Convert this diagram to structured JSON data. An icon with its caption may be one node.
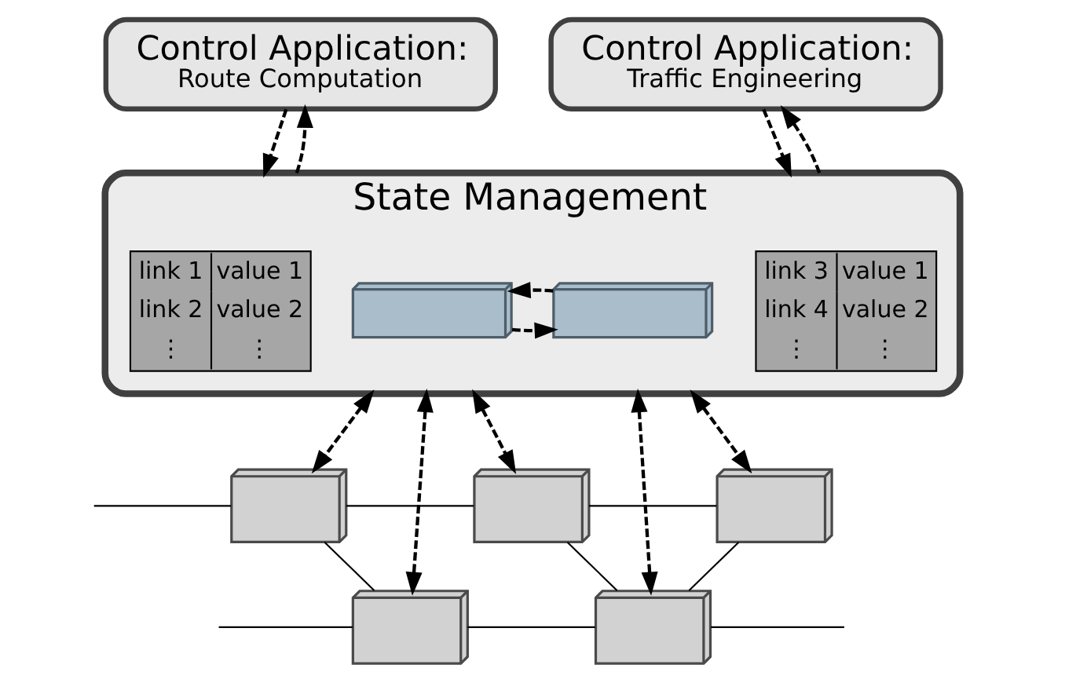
{
  "diagram": {
    "nodes": [
      {
        "text": [
          "Control Application:",
          "Route Computation"
        ]
      },
      {
        "text": [
          "Control Application:",
          "Traffic Engineering"
        ]
      },
      {
        "text": [
          "State Management"
        ]
      },
      {
        "text": [
          "link 1",
          "value 1",
          "link 2",
          "value 2",
          "⋮",
          "⋮"
        ],
        "in": 2
      },
      {
        "text": [],
        "shape": "picture",
        "in": 2
      },
      {
        "text": [],
        "shape": "picture",
        "in": 2
      },
      {
        "text": [
          "link 3",
          "value 1",
          "link 4",
          "value 2",
          "⋮",
          "⋮"
        ],
        "in": 2
      },
      {
        "text": [],
        "shape": "picture"
      },
      {
        "text": [],
        "shape": "picture"
      },
      {
        "text": [],
        "shape": "picture"
      },
      {
        "text": [],
        "shape": "picture"
      },
      {
        "text": [],
        "shape": "picture"
      }
    ],
    "edges": [
      {
        "from": 0,
        "to": 2,
        "arrow": "to",
        "style": "dashed"
      },
      {
        "from": 2,
        "to": 0,
        "arrow": "to",
        "style": "dashed"
      },
      {
        "from": 1,
        "to": 2,
        "arrow": "to",
        "style": "dashed"
      },
      {
        "from": 2,
        "to": 1,
        "arrow": "to",
        "style": "dashed"
      },
      {
        "from": 4,
        "to": 5,
        "arrow": "to",
        "style": "dashed"
      },
      {
        "from": 5,
        "to": 4,
        "arrow": "to",
        "style": "dashed"
      },
      {
        "from": 2,
        "to": 7,
        "arrow": "both",
        "style": "dashed"
      },
      {
        "from": 2,
        "to": 8,
        "arrow": "both",
        "style": "dashed"
      },
      {
        "from": 2,
        "to": 9,
        "arrow": "both",
        "style": "dashed"
      },
      {
        "from": 2,
        "to": 10,
        "arrow": "both",
        "style": "dashed"
      },
      {
        "from": 2,
        "to": 11,
        "arrow": "both",
        "style": "dashed"
      },
      {
        "from": null,
        "to": 7,
        "arrow": "none"
      },
      {
        "from": 7,
        "to": 9,
        "arrow": "none"
      },
      {
        "from": 9,
        "to": 11,
        "arrow": "none"
      },
      {
        "from": 7,
        "to": 8,
        "arrow": "none"
      },
      {
        "from": 9,
        "to": 10,
        "arrow": "none"
      },
      {
        "from": 11,
        "to": 10,
        "arrow": "none"
      },
      {
        "from": null,
        "to": 8,
        "arrow": "none"
      },
      {
        "from": 8,
        "to": 10,
        "arrow": "none"
      },
      {
        "from": 10,
        "to": null,
        "arrow": "none"
      }
    ]
  }
}
